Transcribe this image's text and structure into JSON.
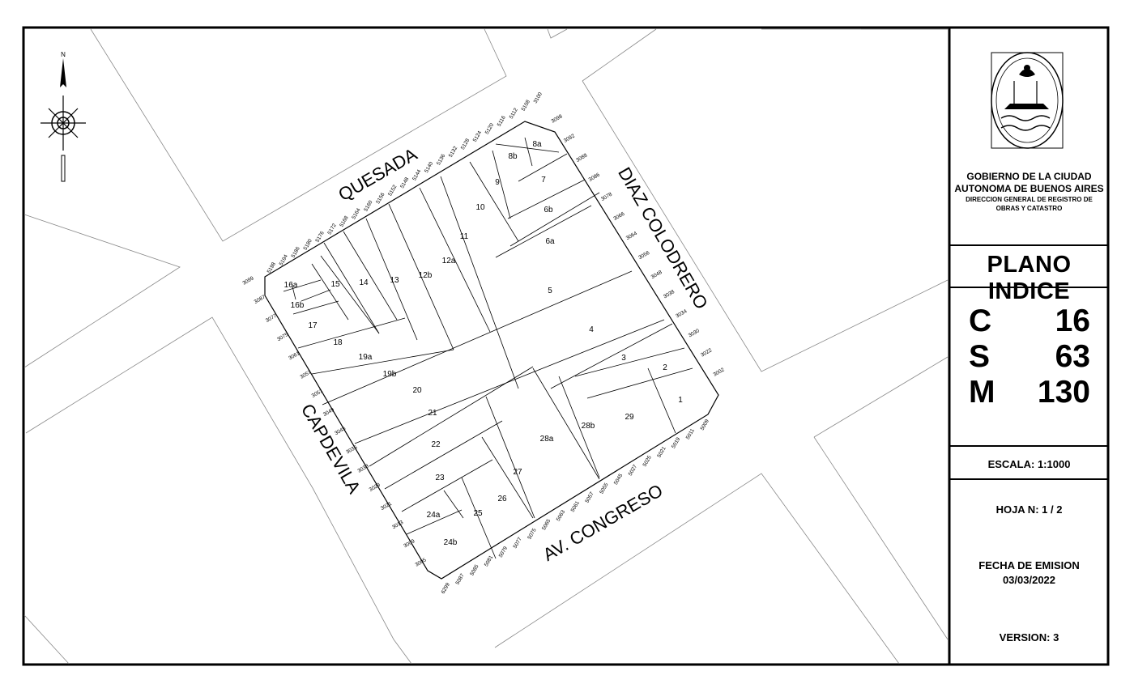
{
  "streets": {
    "north": "QUESADA",
    "east": "DIAZ COLODRERO",
    "south": "AV. CONGRESO",
    "west": "CAPDEVILA"
  },
  "compass": {
    "north_label": "N",
    "icon": "compass-rose-icon"
  },
  "parcels": [
    {
      "id": "1",
      "label": "1"
    },
    {
      "id": "2",
      "label": "2"
    },
    {
      "id": "3",
      "label": "3"
    },
    {
      "id": "4",
      "label": "4"
    },
    {
      "id": "5",
      "label": "5"
    },
    {
      "id": "6a",
      "label": "6a"
    },
    {
      "id": "6b",
      "label": "6b"
    },
    {
      "id": "7",
      "label": "7"
    },
    {
      "id": "8a",
      "label": "8a"
    },
    {
      "id": "8b",
      "label": "8b"
    },
    {
      "id": "9",
      "label": "9"
    },
    {
      "id": "10",
      "label": "10"
    },
    {
      "id": "11",
      "label": "11"
    },
    {
      "id": "12a",
      "label": "12a"
    },
    {
      "id": "12b",
      "label": "12b"
    },
    {
      "id": "13",
      "label": "13"
    },
    {
      "id": "14",
      "label": "14"
    },
    {
      "id": "15",
      "label": "15"
    },
    {
      "id": "16a",
      "label": "16a"
    },
    {
      "id": "16b",
      "label": "16b"
    },
    {
      "id": "17",
      "label": "17"
    },
    {
      "id": "18",
      "label": "18"
    },
    {
      "id": "19a",
      "label": "19a"
    },
    {
      "id": "19b",
      "label": "19b"
    },
    {
      "id": "20",
      "label": "20"
    },
    {
      "id": "21",
      "label": "21"
    },
    {
      "id": "22",
      "label": "22"
    },
    {
      "id": "23",
      "label": "23"
    },
    {
      "id": "24a",
      "label": "24a"
    },
    {
      "id": "24b",
      "label": "24b"
    },
    {
      "id": "25",
      "label": "25"
    },
    {
      "id": "26",
      "label": "26"
    },
    {
      "id": "27",
      "label": "27"
    },
    {
      "id": "28a",
      "label": "28a"
    },
    {
      "id": "28b",
      "label": "28b"
    },
    {
      "id": "29",
      "label": "29"
    }
  ],
  "door_numbers": {
    "quesada": [
      "5198",
      "5194",
      "5186",
      "5180",
      "5176",
      "5172",
      "5168",
      "5164",
      "5160",
      "5156",
      "5152",
      "5148",
      "5144",
      "5140",
      "5136",
      "5132",
      "5128",
      "5124",
      "5120",
      "5116",
      "5112",
      "5108",
      "3100"
    ],
    "diaz_colodrero": [
      "3098",
      "3092",
      "3088",
      "3086",
      "3078",
      "3066",
      "3064",
      "3056",
      "3048",
      "3038",
      "3034",
      "3030",
      "3022",
      "3002"
    ],
    "av_congreso": [
      "5009",
      "5011",
      "5019",
      "5021",
      "5025",
      "5027",
      "5045",
      "5055",
      "5057",
      "5061",
      "5063",
      "5065",
      "5075",
      "5077",
      "5079",
      "5081",
      "5085",
      "5087",
      "6299"
    ],
    "capdevila": [
      "3099",
      "3087",
      "3077",
      "3075",
      "3061",
      "3057",
      "3051",
      "3049",
      "3045",
      "3035",
      "3033",
      "3029",
      "3021",
      "3013",
      "3009",
      "3005"
    ]
  },
  "title_block": {
    "org_line1": "GOBIERNO DE LA CIUDAD",
    "org_line2": "AUTONOMA DE BUENOS AIRES",
    "dept_line1": "DIRECCION GENERAL DE REGISTRO DE",
    "dept_line2": "OBRAS Y CATASTRO",
    "plano": "PLANO INDICE",
    "c_label": "C",
    "c_value": "16",
    "s_label": "S",
    "s_value": "63",
    "m_label": "M",
    "m_value": "130",
    "escala": "ESCALA:  1:1000",
    "hoja": "HOJA N:  1 / 2",
    "fecha_label": "FECHA DE EMISION",
    "fecha_value": "03/03/2022",
    "version": "VERSION: 3",
    "seal_icon": "city-seal-icon"
  }
}
